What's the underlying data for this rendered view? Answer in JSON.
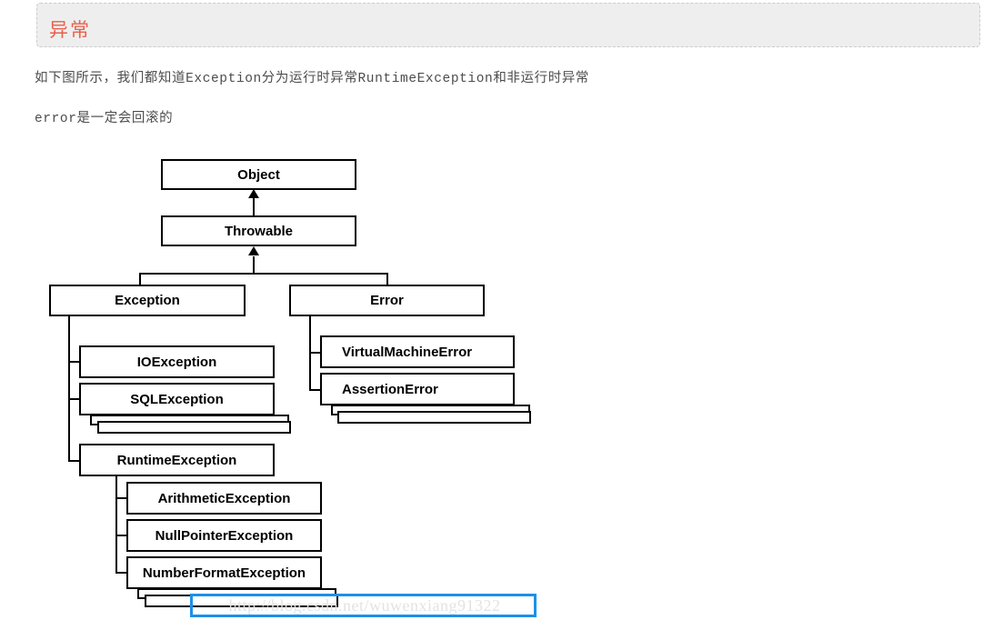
{
  "header": {
    "title": "异常"
  },
  "body": {
    "paragraph_1": "如下图所示，我们都知道Exception分为运行时异常RuntimeException和非运行时异常",
    "paragraph_2": "error是一定会回滚的"
  },
  "diagram": {
    "nodes": {
      "object": "Object",
      "throwable": "Throwable",
      "exception": "Exception",
      "error": "Error",
      "ioexception": "IOException",
      "sqlexception": "SQLException",
      "runtimeexception": "RuntimeException",
      "virtualmachineerror": "VirtualMachineError",
      "assertionerror": "AssertionError",
      "arithmeticexception": "ArithmeticException",
      "nullpointerexception": "NullPointerException",
      "numberformatexception": "NumberFormatException"
    }
  },
  "watermark": {
    "url": "http://blog.csdn.net/wuwenxiang91322"
  },
  "colors": {
    "title_text": "#e8604c",
    "banner_background": "#eeeeee",
    "banner_border": "#cccccc",
    "body_text": "#4d4d4d",
    "node_border": "#000000",
    "watermark_border": "#1e90e8",
    "watermark_text": "#e3e3e3"
  }
}
